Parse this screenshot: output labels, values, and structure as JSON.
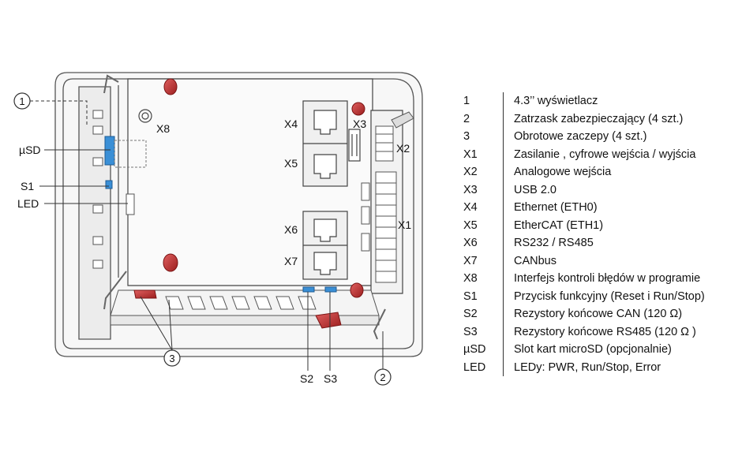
{
  "diagram": {
    "labels": {
      "x8": "X8",
      "x4": "X4",
      "x3": "X3",
      "x2": "X2",
      "x5": "X5",
      "x1": "X1",
      "x6": "X6",
      "x7": "X7",
      "usd": "µSD",
      "s1": "S1",
      "led": "LED",
      "s2": "S2",
      "s3": "S3",
      "c1": "1",
      "c2": "2",
      "c3": "3"
    }
  },
  "legend": [
    {
      "key": "1",
      "desc": "4.3’’ wyświetlacz"
    },
    {
      "key": "2",
      "desc": "Zatrzask zabezpieczający (4 szt.)"
    },
    {
      "key": "3",
      "desc": "Obrotowe zaczepy (4 szt.)"
    },
    {
      "key": "X1",
      "desc": "Zasilanie , cyfrowe wejścia / wyjścia"
    },
    {
      "key": "X2",
      "desc": "Analogowe wejścia"
    },
    {
      "key": "X3",
      "desc": "USB 2.0"
    },
    {
      "key": "X4",
      "desc": "Ethernet (ETH0)"
    },
    {
      "key": "X5",
      "desc": "EtherCAT (ETH1)"
    },
    {
      "key": "X6",
      "desc": "RS232 / RS485"
    },
    {
      "key": "X7",
      "desc": "CANbus"
    },
    {
      "key": "X8",
      "desc": "Interfejs kontroli błędów w programie"
    },
    {
      "key": "S1",
      "desc": "Przycisk funkcyjny (Reset i Run/Stop)"
    },
    {
      "key": "S2",
      "desc": "Rezystory końcowe CAN (120 Ω)"
    },
    {
      "key": "S3",
      "desc": "Rezystory końcowe RS485 (120  Ω )"
    },
    {
      "key": "µSD",
      "desc": "Slot kart microSD (opcjonalnie)"
    },
    {
      "key": "LED",
      "desc": "LEDy: PWR, Run/Stop, Error"
    }
  ],
  "colors": {
    "latch": "#c0392b",
    "sd": "#3a8fd6",
    "line": "#333333"
  }
}
